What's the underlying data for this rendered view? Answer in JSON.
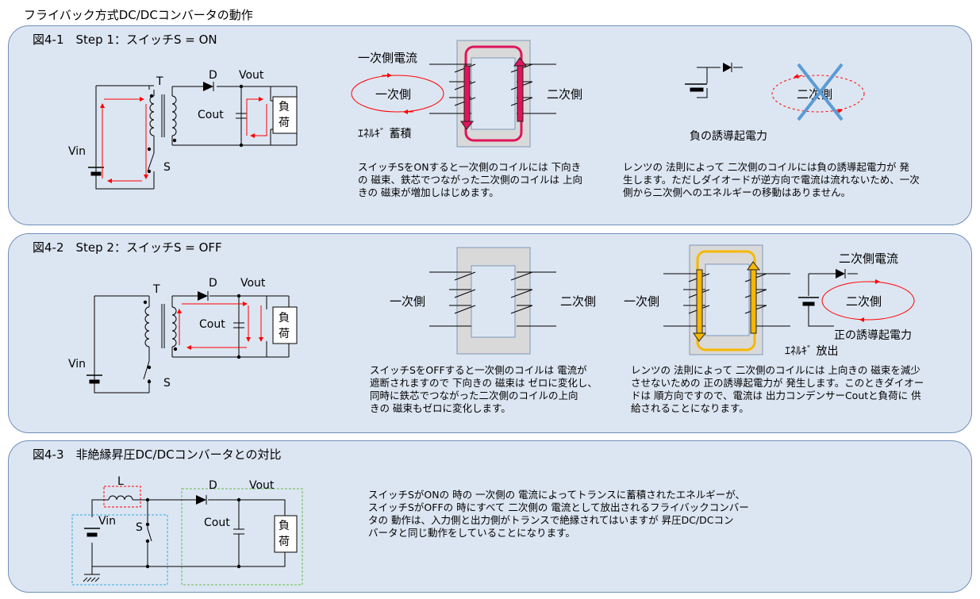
{
  "page_title": "フライバック方式DC/DCコンバータの動作",
  "panel1": {
    "title": "図4-1　Step 1：スイッチS = ON",
    "labels": {
      "T": "T",
      "D": "D",
      "Vout": "Vout",
      "Cout": "Cout",
      "Vin": "Vin",
      "S": "S",
      "load_1": "負",
      "load_2": "荷",
      "primary_current": "一次側電流",
      "primary": "一次側",
      "secondary": "二次側",
      "energy_store": "ｴﾈﾙｷﾞ 蓄積",
      "negative_emf": "負の誘導起電力"
    },
    "desc_left": [
      "スイッチSをONすると一次側のコイルには 下向き",
      "の 磁束、鉄芯でつながった二次側のコイルは 上向",
      "きの 磁束が増加しはじめます。"
    ],
    "desc_right": [
      "レンツの 法則によって 二次側のコイルには負の誘導起電力が 発",
      "生します。ただしダイオードが逆方向で電流は流れないため、一次",
      "側から二次側へのエネルギーの移動はありません。"
    ]
  },
  "panel2": {
    "title": "図4-2　Step 2：スイッチS = OFF",
    "labels": {
      "T": "T",
      "D": "D",
      "Vout": "Vout",
      "Cout": "Cout",
      "Vin": "Vin",
      "S": "S",
      "load_1": "負",
      "load_2": "荷",
      "primary": "一次側",
      "secondary": "二次側",
      "secondary_current": "二次側電流",
      "positive_emf": "正の誘導起電力",
      "energy_release": "ｴﾈﾙｷﾞ 放出"
    },
    "desc_left": [
      "スイッチSをOFFすると一次側のコイルは 電流が",
      "遮断されますので 下向きの 磁束は ゼロに変化し、",
      "同時に鉄芯でつながった二次側のコイルの上向",
      "きの 磁束もゼロに変化します。"
    ],
    "desc_right": [
      "レンツの 法則によって 二次側のコイルには 上向きの 磁束を減少",
      "させないための 正の誘導起電力が 発生します。このときダイオー",
      "ドは 順方向ですので、電流は 出力コンデンサーCoutと負荷に 供",
      "給されることになります。"
    ]
  },
  "panel3": {
    "title": "図4-3　非絶縁昇圧DC/DCコンバータとの対比",
    "labels": {
      "L": "L",
      "D": "D",
      "Vout": "Vout",
      "Cout": "Cout",
      "Vin": "Vin",
      "S": "S",
      "load_1": "負",
      "load_2": "荷"
    },
    "desc": [
      "スイッチSがONの 時の 一次側の 電流によってトランスに蓄積されたエネルギーが、",
      "スイッチSがOFFの 時にすべて 二次側の 電流として放出されるフライバックコンバー",
      "タの 動作は、入力側と出力側がトランスで絶縁されてはいますが 昇圧DC/DCコン",
      "バータと同じ動作をしていることになります。"
    ]
  },
  "colors": {
    "panel_bg": "#dce6f2",
    "panel_border": "#6f8fb8",
    "current": "#ff0000",
    "primary_flux": "#e0145a",
    "secondary_flux": "#f5b800",
    "core_gray": "#d9d9d9",
    "ex_cross": "#5b9bd5"
  }
}
